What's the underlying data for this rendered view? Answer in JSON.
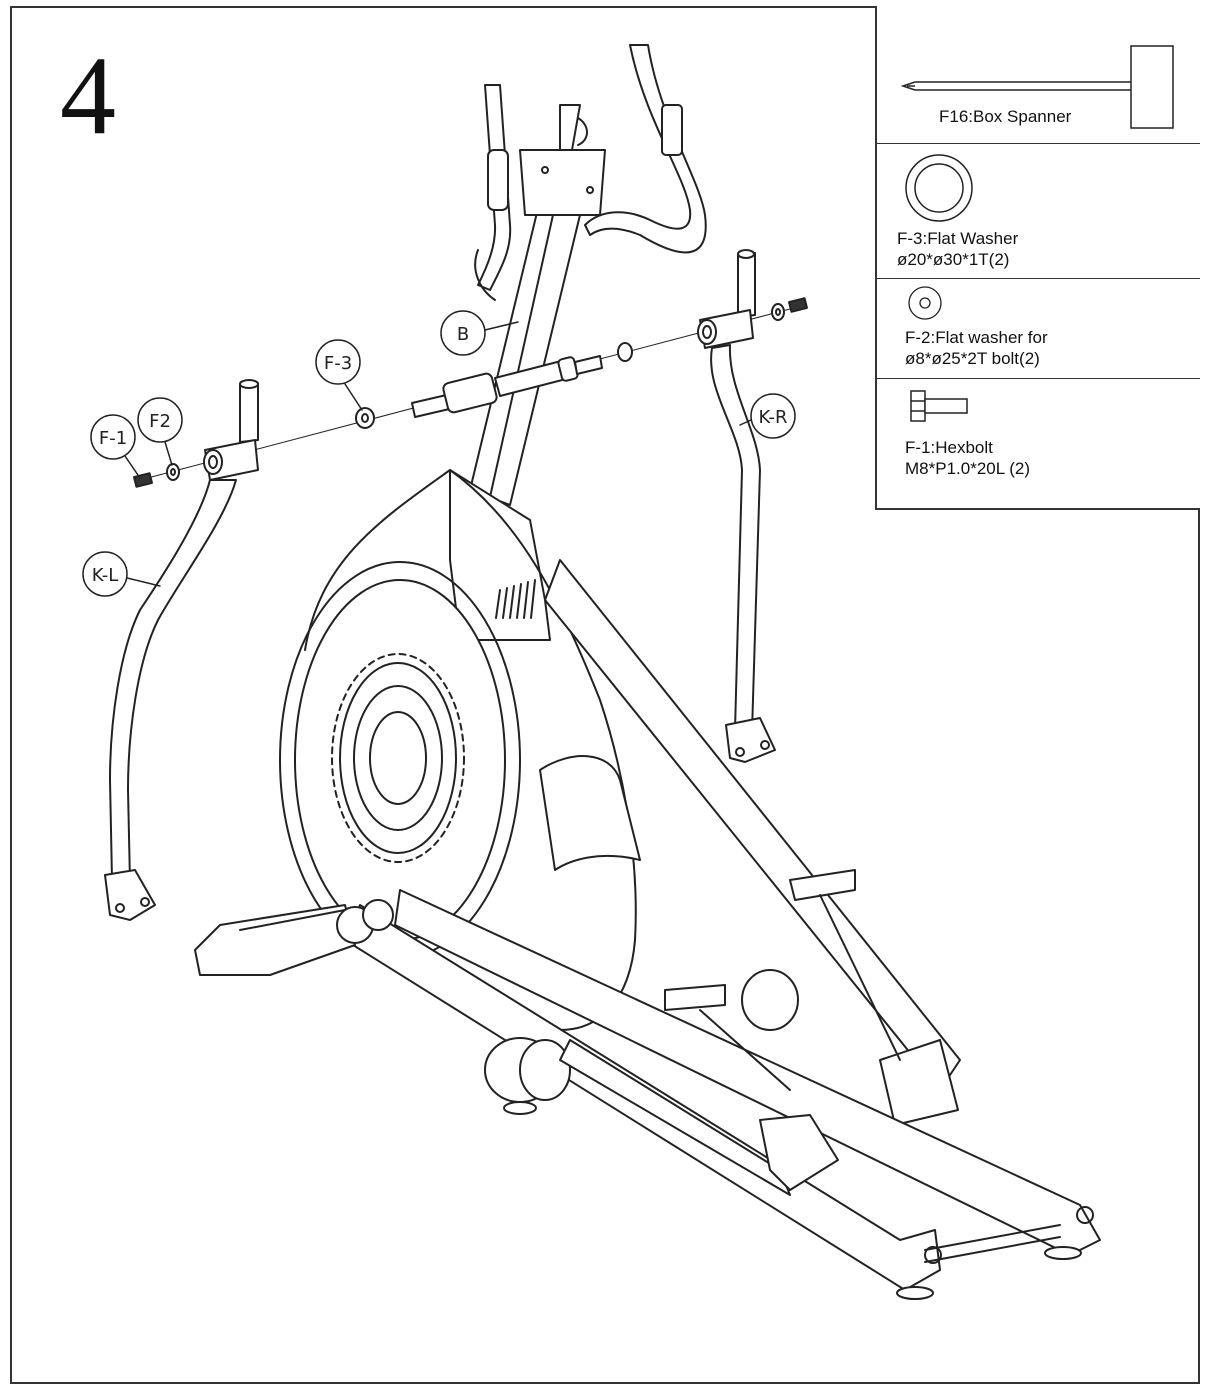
{
  "step": {
    "number": "4"
  },
  "parts": [
    {
      "id": "F16",
      "name": "Box Spanner",
      "label": "F16:Box Spanner",
      "icon": "box-spanner-icon"
    },
    {
      "id": "F-3",
      "label_line1": "F-3:Flat Washer",
      "label_line2": "ø20*ø30*1T(2)",
      "icon": "large-flat-washer-icon"
    },
    {
      "id": "F-2",
      "label_line1": "F-2:Flat washer for",
      "label_line2": "ø8*ø25*2T bolt(2)",
      "icon": "small-flat-washer-icon"
    },
    {
      "id": "F-1",
      "label_line1": "F-1:Hexbolt",
      "label_line2": "M8*P1.0*20L (2)",
      "icon": "hex-bolt-icon"
    }
  ],
  "callouts": {
    "f1": "F-1",
    "f2": "F2",
    "f3": "F-3",
    "b": "B",
    "kl": "K-L",
    "kr": "K-R"
  }
}
